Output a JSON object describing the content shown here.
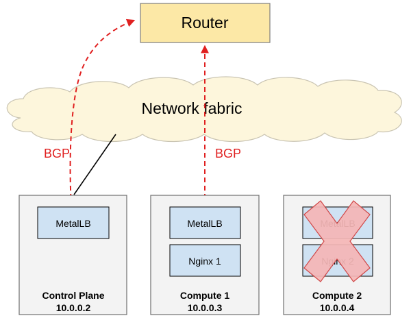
{
  "router": {
    "label": "Router"
  },
  "fabric": {
    "label": "Network fabric"
  },
  "bgp": {
    "left_label": "BGP",
    "right_label": "BGP"
  },
  "nodes": [
    {
      "name": "Control Plane",
      "ip": "10.0.0.2",
      "components": [
        {
          "label": "MetalLB"
        }
      ]
    },
    {
      "name": "Compute 1",
      "ip": "10.0.0.3",
      "components": [
        {
          "label": "MetalLB"
        },
        {
          "label": "Nginx 1"
        }
      ]
    },
    {
      "name": "Compute 2",
      "ip": "10.0.0.4",
      "failed": true,
      "components": [
        {
          "label": "MetalLB"
        },
        {
          "label": "Nginx 2"
        }
      ]
    }
  ],
  "colors": {
    "router_fill": "#fce8a6",
    "cloud_fill": "#fdf6dc",
    "node_fill": "#f3f3f3",
    "component_fill": "#cfe2f3",
    "bgp_red": "#e02020",
    "failure_fill": "#f4b6b6",
    "failure_stroke": "#d04848"
  }
}
